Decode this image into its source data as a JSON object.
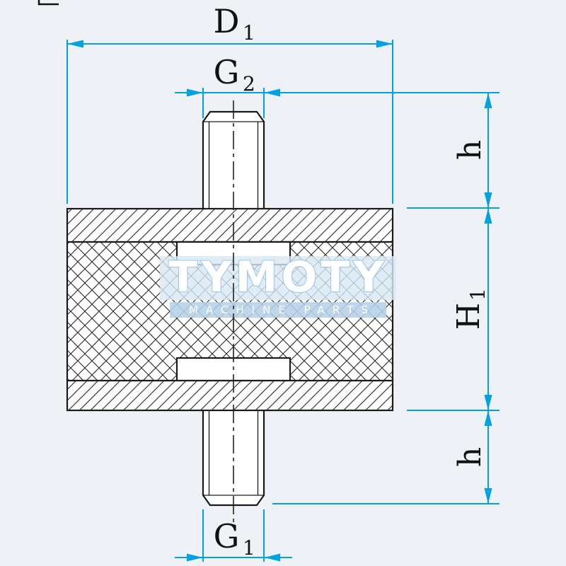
{
  "dimensions": {
    "D1": {
      "main": "D",
      "sub": "1"
    },
    "G2": {
      "main": "G",
      "sub": "2"
    },
    "G1": {
      "main": "G",
      "sub": "1"
    },
    "H1": {
      "main": "H",
      "sub": "1"
    },
    "h_top": "h",
    "h_bottom": "h"
  },
  "watermark": {
    "brand": "TYMOTY",
    "tagline": "MACHINE PARTS"
  },
  "colors": {
    "dimension_blue": "#00a2e4",
    "drawing_black": "#1a1a1a",
    "background": "#eef2f7",
    "watermark_band": "#d9e8f4",
    "watermark_tagline_band": "#b7d2e8",
    "watermark_text": "#ffffff"
  }
}
